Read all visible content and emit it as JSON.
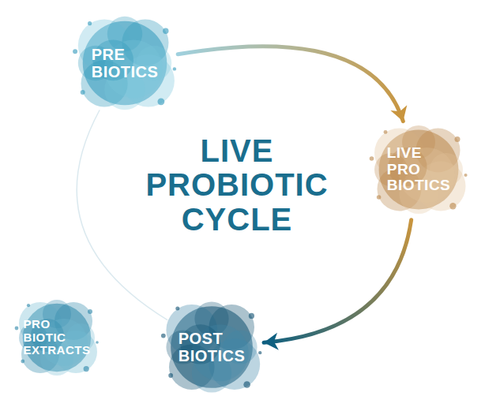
{
  "diagram": {
    "title": "LIVE PROBIOTIC CYCLE",
    "nodes": [
      {
        "text": [
          "PRE BIOTICS"
        ]
      },
      {
        "text": [
          "LIVE PRO BIOTICS"
        ]
      },
      {
        "text": [
          "POST BIOTICS"
        ]
      },
      {
        "text": [
          "PRO BIOTIC EXTRACTS"
        ]
      }
    ],
    "edges": [
      {
        "from": 0,
        "to": 1,
        "arrow": "to"
      },
      {
        "from": 1,
        "to": 2,
        "arrow": "to"
      },
      {
        "from": 2,
        "to": 0,
        "arrow": "none"
      }
    ]
  }
}
